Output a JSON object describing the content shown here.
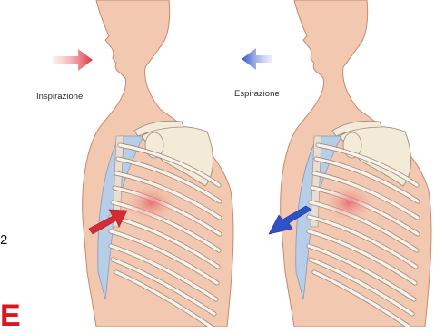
{
  "labels": {
    "inspiration": "Inspirazione",
    "expiration": "Espirazione"
  },
  "margin": {
    "number": "2",
    "letter": "E"
  },
  "colors": {
    "page": "#ffffff",
    "skin": "#f2c8b0",
    "skin_outline": "#c9876e",
    "lung": "#b8cde6",
    "rib": "#fbf3ea",
    "rib_outline": "#9a8b80",
    "inhale_arrow": "#e0303a",
    "exhale_arrow": "#2f52c8",
    "margin_letter": "#e0141e"
  },
  "icons": {
    "inhale_air_arrow": "arrow-right-icon",
    "exhale_air_arrow": "arrow-left-icon",
    "inhale_chest_arrow": "arrow-up-right-icon",
    "exhale_chest_arrow": "arrow-down-left-icon"
  }
}
